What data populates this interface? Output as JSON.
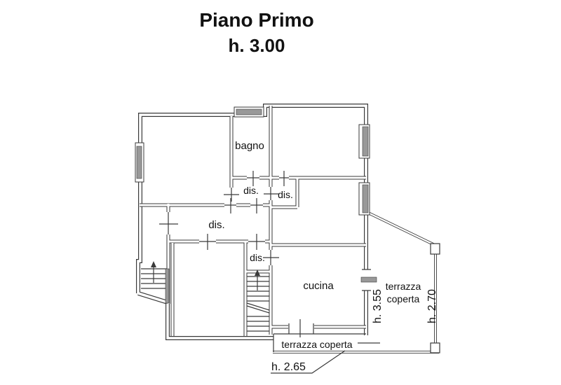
{
  "title": "Piano Primo",
  "subtitle": "h. 3.00",
  "labels": {
    "bagno": "bagno",
    "dis_1": "dis.",
    "dis_2": "dis.",
    "dis_corridor": "dis.",
    "dis_3": "dis.",
    "cucina": "cucina",
    "terrazza_bottom": "terrazza coperta",
    "terrazza_right_line1": "terrazza",
    "terrazza_right_line2": "coperta"
  },
  "heights": {
    "terrazza_right_inner": "h. 3.55",
    "terrazza_right_outer": "h. 2.70",
    "terrazza_bottom": "h. 2.65"
  },
  "colors": {
    "background": "#ffffff",
    "line": "#3a3a3a",
    "window_fill": "#999999",
    "text": "#111111"
  }
}
